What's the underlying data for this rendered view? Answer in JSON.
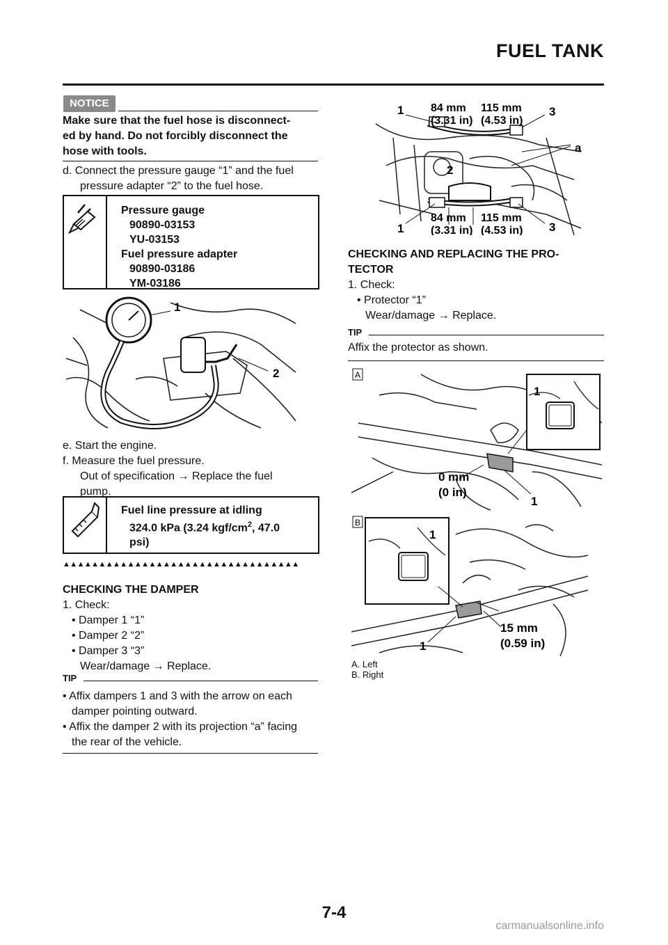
{
  "header": {
    "title": "FUEL TANK"
  },
  "notice": {
    "badge": "NOTICE",
    "lines": [
      "Make sure that the fuel hose is disconnect-",
      "ed by hand. Do not forcibly disconnect the",
      "hose with tools."
    ]
  },
  "step_d": {
    "line1": "d. Connect the pressure gauge “1” and the fuel",
    "line2": "pressure adapter “2” to the fuel hose."
  },
  "tools_box": {
    "title1": "Pressure gauge",
    "part1a": "90890-03153",
    "part1b": "YU-03153",
    "title2": "Fuel pressure adapter",
    "part2a": "90890-03186",
    "part2b": "YM-03186",
    "icon": "pressure-gauge-tool-icon"
  },
  "gauge_figure": {
    "label1": "1",
    "label2": "2"
  },
  "step_e": "e. Start the engine.",
  "step_f": {
    "line1": "f. Measure the fuel pressure.",
    "line2": "Out of specification → Replace the fuel",
    "line3": "pump."
  },
  "spec_box": {
    "title": "Fuel line pressure at idling",
    "value_line1": "324.0 kPa (3.24 kgf/cm",
    "value_sup": "2",
    "value_line1b": ", 47.0",
    "value_line2": "psi)",
    "icon": "caliper-spec-icon"
  },
  "triangles": "▲▲▲▲▲▲▲▲▲▲▲▲▲▲▲▲▲▲▲▲▲▲▲▲▲▲▲▲▲▲▲▲▲",
  "damper": {
    "heading": "CHECKING THE DAMPER",
    "step1": "1. Check:",
    "items": [
      "• Damper 1 “1”",
      "• Damper 2 “2”",
      "• Damper 3 “3”"
    ],
    "result": "Wear/damage → Replace.",
    "tip_label": "TIP",
    "tip_line1": "• Affix dampers 1 and 3 with the arrow on each",
    "tip_line1b": "damper pointing outward.",
    "tip_line2": "• Affix the damper 2 with its projection “a” facing",
    "tip_line2b": "the rear of the vehicle."
  },
  "damper_figure": {
    "top_left_num": "1",
    "top_dim1": "84 mm",
    "top_dim1b": "(3.31 in)",
    "top_dim2": "115 mm",
    "top_dim2b": "(4.53 in)",
    "top_right_num": "3",
    "label_a": "a",
    "label_2": "2",
    "bottom_left_num": "1",
    "bottom_dim1": "84 mm",
    "bottom_dim1b": "(3.31 in)",
    "bottom_dim2": "115 mm",
    "bottom_dim2b": "(4.53 in)",
    "bottom_right_num": "3"
  },
  "protector": {
    "heading1": "CHECKING AND REPLACING THE PRO-",
    "heading2": "TECTOR",
    "step1": "1. Check:",
    "item": "• Protector “1”",
    "result": "Wear/damage → Replace.",
    "tip_label": "TIP",
    "tip_text": "Affix the protector as shown."
  },
  "protector_figure": {
    "tag_a": "A",
    "tag_b": "B",
    "a_inset_num": "1",
    "a_dim1": "0 mm",
    "a_dim2": "(0 in)",
    "a_num": "1",
    "b_inset_num": "1",
    "b_dim1": "15 mm",
    "b_dim2": "(0.59 in)",
    "b_num": "1",
    "caption_a": "A. Left",
    "caption_b": "B. Right"
  },
  "footer": {
    "page": "7-4",
    "watermark": "carmanualsonline.info"
  }
}
